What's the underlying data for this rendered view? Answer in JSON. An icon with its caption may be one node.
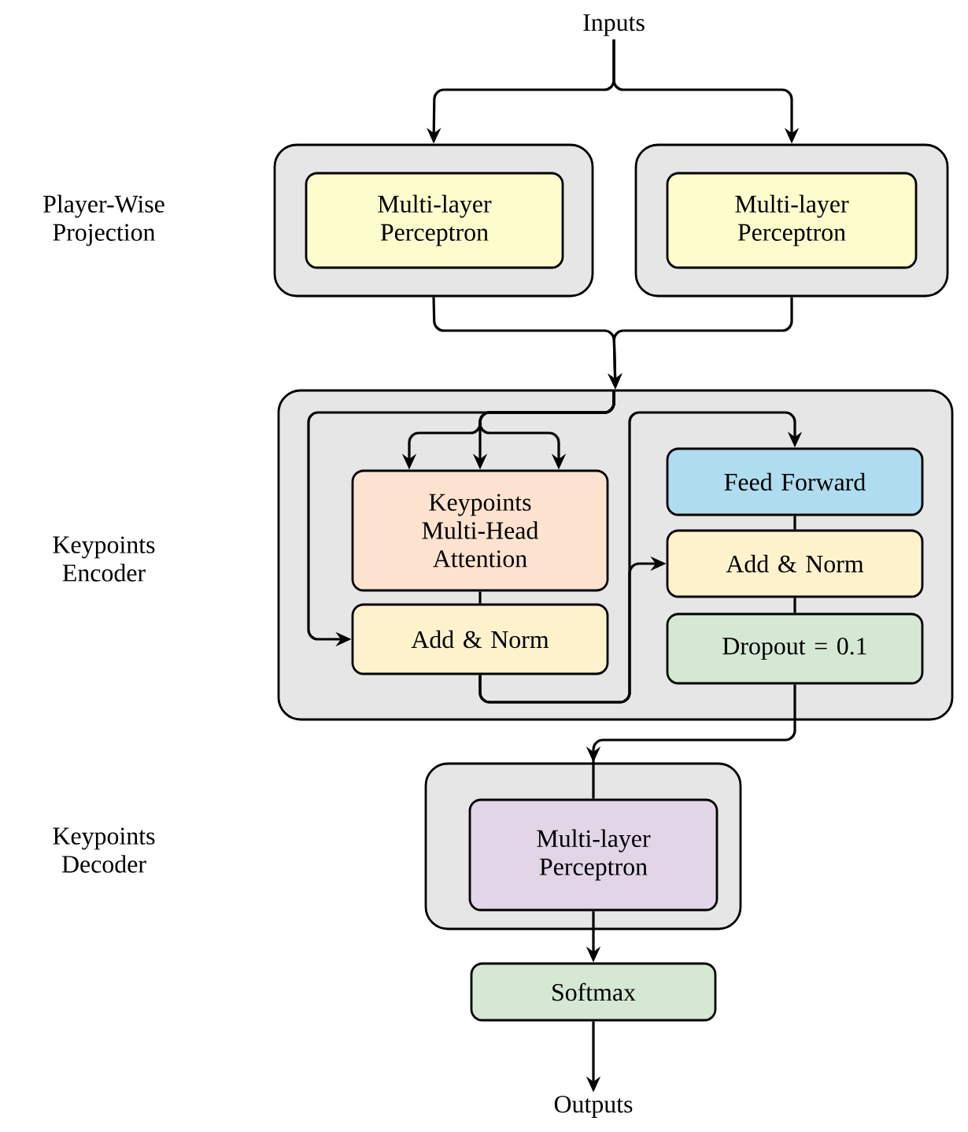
{
  "diagram": {
    "nodes": [
      {
        "text": [
          "Inputs"
        ]
      },
      {
        "text": [],
        "shape": "box"
      },
      {
        "text": [
          "Multi-layer Perceptron"
        ],
        "in": 1
      },
      {
        "text": [],
        "shape": "box"
      },
      {
        "text": [
          "Multi-layer Perceptron"
        ],
        "in": 3
      },
      {
        "text": [],
        "shape": "box"
      },
      {
        "text": [
          "Keypoints Multi-Head Attention"
        ],
        "in": 5
      },
      {
        "text": [
          "Add & Norm"
        ],
        "in": 5
      },
      {
        "text": [
          "Feed Forward"
        ],
        "in": 5
      },
      {
        "text": [
          "Add & Norm"
        ],
        "in": 5
      },
      {
        "text": [
          "Dropout = 0.1"
        ],
        "in": 5
      },
      {
        "text": [],
        "shape": "box"
      },
      {
        "text": [
          "Multi-layer Perceptron"
        ],
        "in": 11
      },
      {
        "text": [
          "Softmax"
        ]
      },
      {
        "text": [
          "Outputs"
        ]
      }
    ],
    "edges": [
      {
        "from": 0,
        "to": 1,
        "arrow": "to"
      },
      {
        "from": 0,
        "to": 3,
        "arrow": "to"
      },
      {
        "from": 1,
        "to": 5,
        "arrow": "to"
      },
      {
        "from": 3,
        "to": 5,
        "arrow": "to"
      },
      {
        "from": null,
        "to": 6,
        "arrow": "to"
      },
      {
        "from": null,
        "to": 6,
        "arrow": "to"
      },
      {
        "from": null,
        "to": 6,
        "arrow": "to"
      },
      {
        "from": null,
        "to": 7,
        "arrow": "to"
      },
      {
        "from": 6,
        "to": 7,
        "arrow": "none"
      },
      {
        "from": 7,
        "to": 9,
        "arrow": "to"
      },
      {
        "from": 7,
        "to": 8,
        "arrow": "to"
      },
      {
        "from": 8,
        "to": 9,
        "arrow": "none"
      },
      {
        "from": 9,
        "to": 10,
        "arrow": "none"
      },
      {
        "from": 10,
        "to": 12,
        "arrow": "to"
      },
      {
        "from": 12,
        "to": 13,
        "arrow": "to"
      },
      {
        "from": 13,
        "to": 14,
        "arrow": "to"
      }
    ],
    "labels": [
      "Player-Wise Projection",
      "Keypoints Encoder",
      "Keypoints Decoder"
    ]
  }
}
